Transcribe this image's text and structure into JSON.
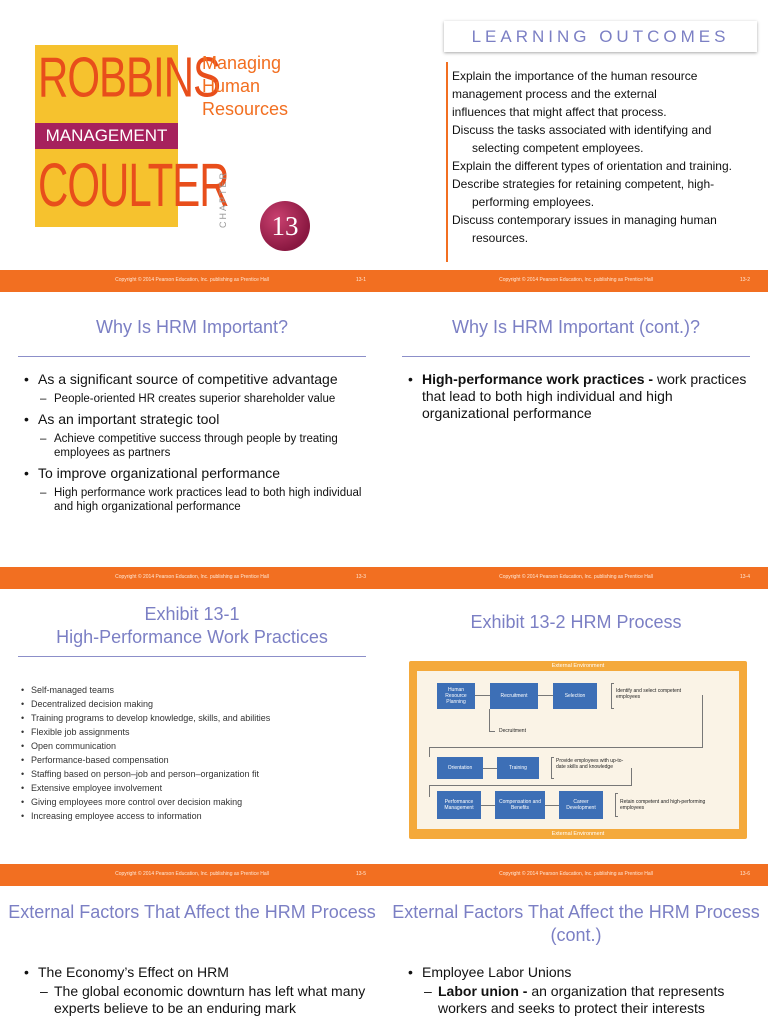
{
  "footer": {
    "copyright": "Copyright © 2014 Pearson Education, Inc. publishing as Prentice Hall",
    "numbers": [
      "13-1",
      "13-2",
      "13-3",
      "13-4",
      "13-5",
      "13-6"
    ]
  },
  "slide1": {
    "book_top": "ROBBINS",
    "book_band": "MANAGEMENT",
    "book_bottom": "COULTER",
    "subject_lines": [
      "Managing",
      "Human",
      "Resources"
    ],
    "chapter_label": "CHAPTER",
    "chapter_number": "13"
  },
  "slide2": {
    "heading": "LEARNING OUTCOMES",
    "outcomes": [
      "Explain the importance of the human resource management process and the external",
      "influences that might affect that process.",
      "Discuss the tasks associated with identifying and selecting competent employees.",
      "Explain the different types of orientation and training.",
      "Describe strategies for retaining competent, high-performing employees.",
      "Discuss contemporary issues in managing human resources."
    ]
  },
  "slide3": {
    "title": "Why Is HRM Important?",
    "bullets": [
      {
        "text": "As a significant source of competitive advantage",
        "sub": "People-oriented HR creates superior shareholder value"
      },
      {
        "text": "As an important strategic tool",
        "sub": "Achieve competitive success through people by treating employees as partners"
      },
      {
        "text": "To improve organizational performance",
        "sub": "High performance work practices lead to both high individual and high organizational performance"
      }
    ]
  },
  "slide4": {
    "title": "Why Is HRM Important (cont.)?",
    "term": "High-performance work practices -",
    "definition": " work practices that lead to both high individual and high organizational performance"
  },
  "slide5": {
    "title_line1": "Exhibit 13-1",
    "title_line2": "High-Performance Work Practices",
    "practices": [
      "Self-managed teams",
      "Decentralized decision making",
      "Training programs to develop knowledge, skills, and abilities",
      "Flexible job assignments",
      "Open communication",
      "Performance-based compensation",
      "Staffing based on person–job and person–organization fit",
      "Extensive employee involvement",
      "Giving employees more control over decision making",
      "Increasing employee access to information"
    ]
  },
  "slide6": {
    "title": "Exhibit 13-2 HRM Process",
    "env_top": "External Environment",
    "env_bottom": "External Environment",
    "boxes": {
      "planning": "Human Resource Planning",
      "recruitment": "Recruitment",
      "selection": "Selection",
      "decruitment": "Decruitment",
      "orientation": "Orientation",
      "training": "Training",
      "performance": "Performance Management",
      "compensation": "Compensation and Benefits",
      "career": "Career Development"
    },
    "notes": {
      "identify": "Identify and select competent employees",
      "provide": "Provide employees with up-to-date skills and knowledge",
      "retain": "Retain competent and high-performing employees"
    }
  },
  "slide7": {
    "title": "External Factors That Affect the HRM Process",
    "bullet": "The Economy’s Effect on HRM",
    "sub": "The global economic downturn has left what many experts believe to be an enduring mark"
  },
  "slide8": {
    "title": "External Factors That Affect the HRM Process (cont.)",
    "bullet": "Employee Labor Unions",
    "term": "Labor union -",
    "definition": " an organization that represents workers and seeks to protect their interests"
  }
}
